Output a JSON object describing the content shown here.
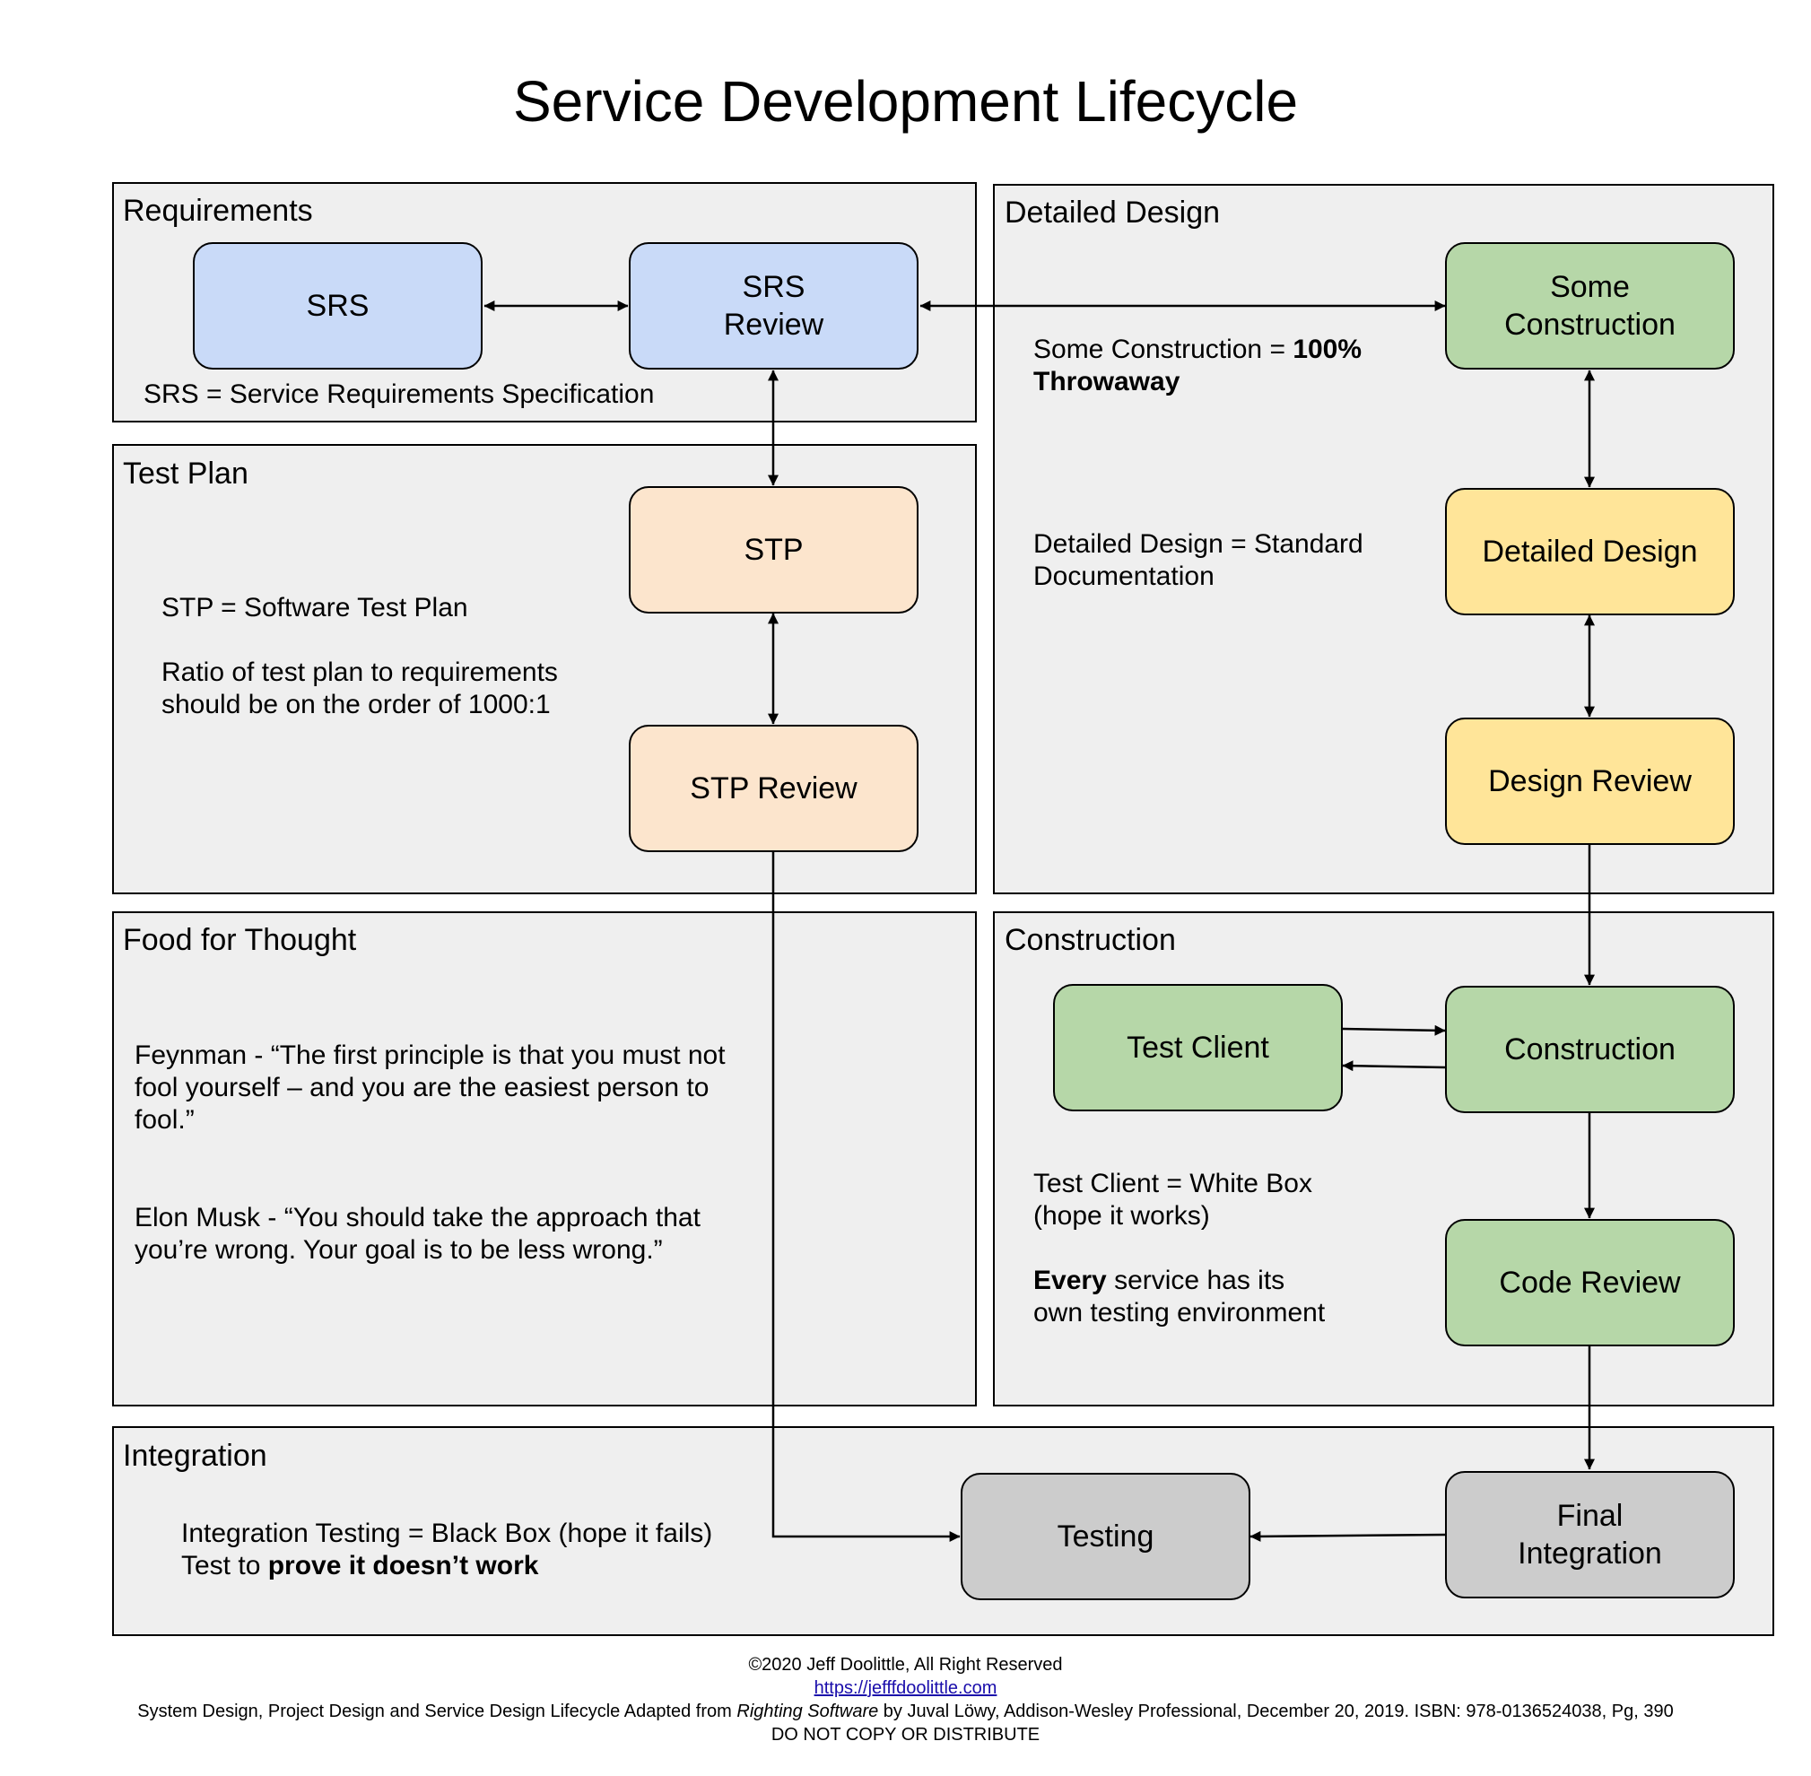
{
  "title": "Service Development Lifecycle",
  "panels": {
    "requirements": "Requirements",
    "test_plan": "Test Plan",
    "detailed_design": "Detailed Design",
    "food_for_thought": "Food for Thought",
    "construction": "Construction",
    "integration": "Integration"
  },
  "nodes": {
    "srs": "SRS",
    "srs_review_1": "SRS",
    "srs_review_2": "Review",
    "stp": "STP",
    "stp_review": "STP Review",
    "some_construction_1": "Some",
    "some_construction_2": "Construction",
    "detailed_design": "Detailed Design",
    "design_review": "Design Review",
    "test_client": "Test Client",
    "construction": "Construction",
    "code_review": "Code Review",
    "testing": "Testing",
    "final_integration_1": "Final",
    "final_integration_2": "Integration"
  },
  "notes": {
    "srs_def": "SRS = Service Requirements Specification",
    "stp_def": "STP = Software Test Plan",
    "ratio_1": "Ratio of test plan to requirements",
    "ratio_2": "should be on the order of 1000:1",
    "some_construction_prefix": "Some Construction = ",
    "some_construction_bold_1": "100%",
    "some_construction_bold_2": "Throwaway",
    "detailed_design_1": "Detailed Design = Standard",
    "detailed_design_2": "Documentation",
    "feynman_1": "Feynman - “The first principle is that you must not",
    "feynman_2": "fool yourself – and you are the easiest person to",
    "feynman_3": "fool.”",
    "musk_1": "Elon Musk - “You should take the approach that",
    "musk_2": "you’re wrong. Your goal is to be less wrong.”",
    "test_client_1": "Test Client = White Box",
    "test_client_2": "(hope it works)",
    "every_bold": "Every",
    "every_rest": " service has its",
    "every_2": "own testing environment",
    "integration_1": "Integration Testing = Black Box (hope it fails)",
    "integration_2_prefix": "Test to ",
    "integration_2_bold": "prove it doesn’t work"
  },
  "footer": {
    "copyright": "©2020 Jeff Doolittle, All Right Reserved",
    "url": "https://jefffdoolittle.com",
    "source_prefix": "System Design, Project Design and Service Design Lifecycle Adapted from ",
    "source_italic": "Righting Software",
    "source_suffix": " by Juval Löwy, Addison-Wesley Professional, December 20, 2019. ISBN: 978-0136524038, Pg, 390",
    "notice": "DO NOT COPY OR DISTRIBUTE"
  }
}
